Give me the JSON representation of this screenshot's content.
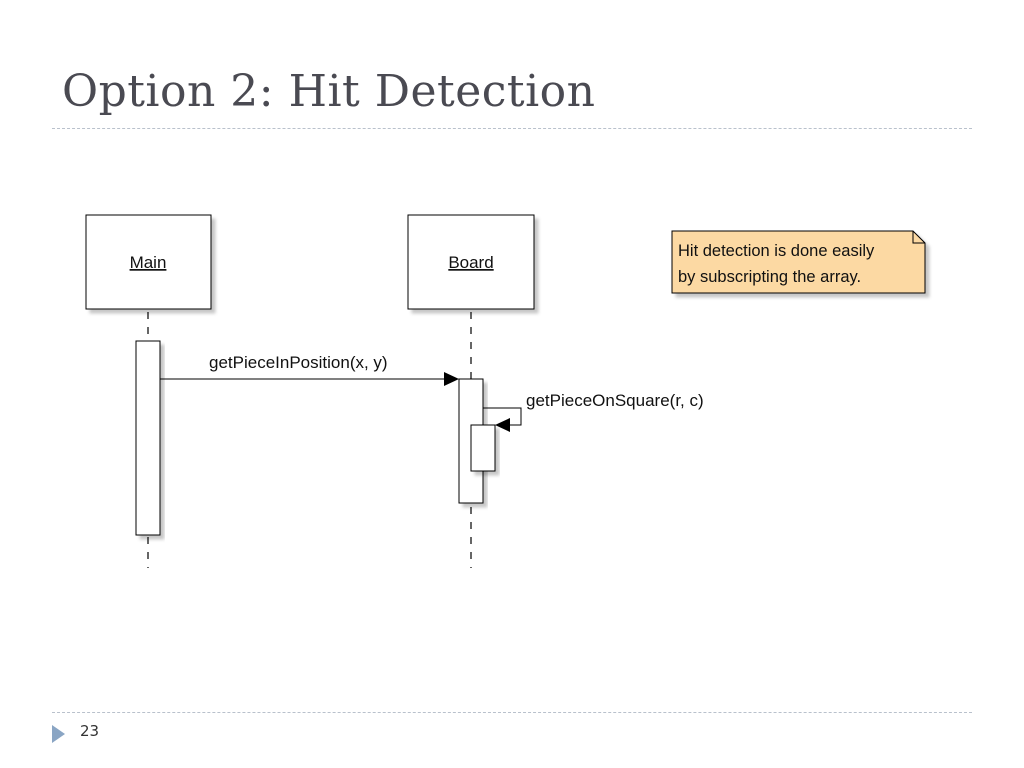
{
  "slide": {
    "title": "Option 2: Hit Detection",
    "page_number": "23"
  },
  "diagram": {
    "type": "sequence",
    "participants": [
      {
        "name": "Main"
      },
      {
        "name": "Board"
      }
    ],
    "messages": [
      {
        "from": "Main",
        "to": "Board",
        "label": "getPieceInPosition(x, y)"
      },
      {
        "from": "Board",
        "to": "Board",
        "label": "getPieceOnSquare(r, c)"
      }
    ],
    "note": {
      "lines": [
        "Hit detection is done easily",
        "by subscripting the array."
      ],
      "fill": "#fcd9a3"
    }
  }
}
